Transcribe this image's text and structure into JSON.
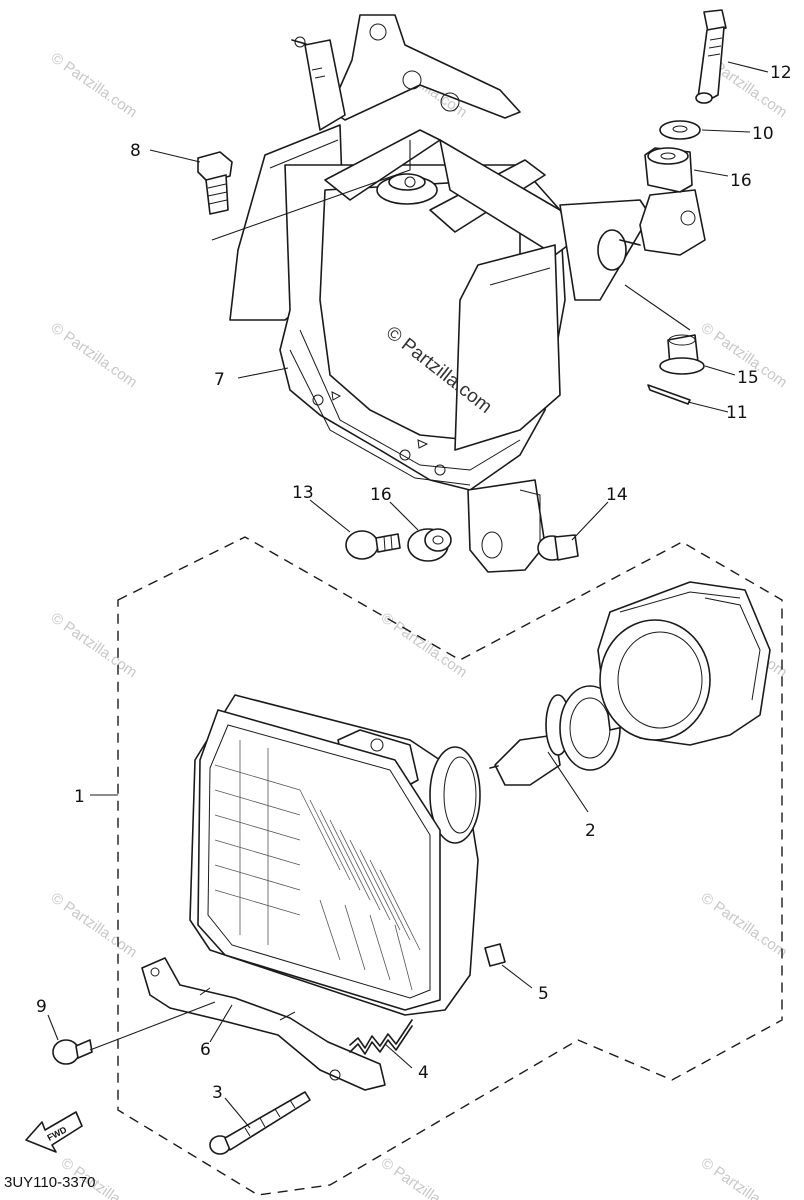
{
  "diagram": {
    "code": "3UY110-3370",
    "fwd_label": "FWD",
    "watermark": "© Partzilla.com",
    "watermark_small": "© Partzilla.com",
    "callouts": {
      "c1": "1",
      "c2": "2",
      "c3": "3",
      "c4": "4",
      "c5": "5",
      "c6": "6",
      "c7": "7",
      "c8": "8",
      "c9": "9",
      "c10": "10",
      "c11": "11",
      "c12": "12",
      "c13": "13",
      "c14": "14",
      "c15": "15",
      "c16a": "16",
      "c16b": "16"
    }
  }
}
